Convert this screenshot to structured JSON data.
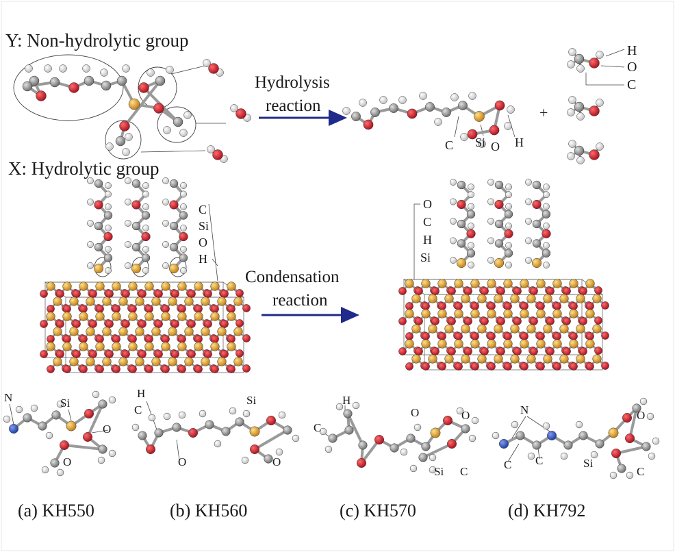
{
  "labels": {
    "y_group": "Y: Non-hydrolytic group",
    "x_group": "X: Hydrolytic group",
    "hydrolysis_line1": "Hydrolysis",
    "hydrolysis_line2": "reaction",
    "condensation_line1": "Condensation",
    "condensation_line2": "reaction",
    "plus": "+"
  },
  "atoms": {
    "H": "H",
    "O": "O",
    "C": "C",
    "Si": "Si",
    "N": "N"
  },
  "captions": [
    "(a) KH550",
    "(b) KH560",
    "(c) KH570",
    "(d) KH792"
  ],
  "colors": {
    "carbon": "#8c8c8c",
    "hydrogen": "#f2f2f2",
    "oxygen": "#d6192c",
    "silicon": "#e0a030",
    "nitrogen": "#2a56c6",
    "arrow": "#1f2a8a"
  }
}
